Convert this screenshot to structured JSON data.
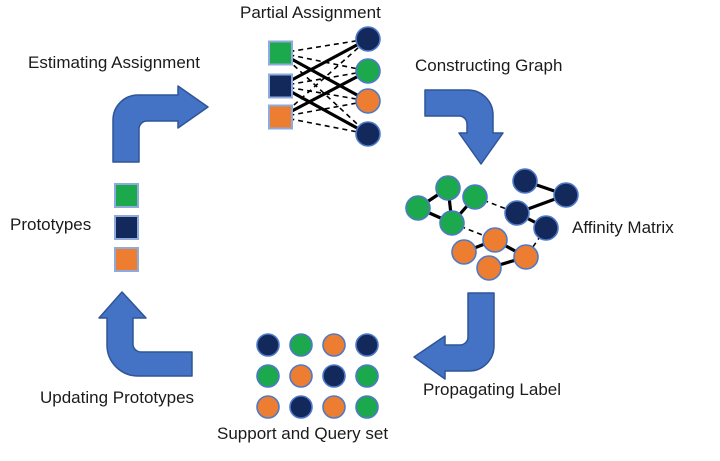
{
  "labels": {
    "partial_assignment": "Partial Assignment",
    "estimating_assignment": "Estimating Assignment",
    "constructing_graph": "Constructing Graph",
    "prototypes": "Prototypes",
    "affinity_matrix": "Affinity Matrix",
    "updating_prototypes": "Updating Prototypes",
    "propagating_label": "Propagating Label",
    "support_query": "Support and Query set"
  },
  "colors": {
    "green": "#1CA84C",
    "navy": "#14295B",
    "orange": "#ED7D31",
    "arrow_fill": "#4472C4",
    "arrow_stroke": "#2F5597",
    "square_stroke": "#8FAADC",
    "circle_stroke": "#4E7AC7",
    "edge": "#000000",
    "background": "#FFFFFF",
    "text": "#1B1B1B"
  },
  "diagram": {
    "type": "cycle",
    "steps": [
      "Estimating Assignment",
      "Constructing Graph",
      "Propagating Label",
      "Updating Prototypes"
    ],
    "prototypes_squares": [
      "green",
      "navy",
      "orange"
    ],
    "partial_assignment_bipartite": {
      "left_squares": [
        "green",
        "navy",
        "orange"
      ],
      "right_circles": [
        "navy",
        "green",
        "orange",
        "navy"
      ],
      "solid_edges": [
        [
          0,
          2
        ],
        [
          1,
          0
        ],
        [
          1,
          3
        ],
        [
          2,
          1
        ]
      ],
      "dashed_edges": [
        [
          0,
          0
        ],
        [
          0,
          1
        ],
        [
          0,
          3
        ],
        [
          1,
          1
        ],
        [
          1,
          2
        ],
        [
          2,
          0
        ],
        [
          2,
          2
        ],
        [
          2,
          3
        ]
      ]
    },
    "affinity_graph": {
      "nodes": [
        {
          "id": "G1",
          "color": "green"
        },
        {
          "id": "G2",
          "color": "green"
        },
        {
          "id": "G3",
          "color": "green"
        },
        {
          "id": "G4",
          "color": "green"
        },
        {
          "id": "N1",
          "color": "navy"
        },
        {
          "id": "N2",
          "color": "navy"
        },
        {
          "id": "N3",
          "color": "navy"
        },
        {
          "id": "N4",
          "color": "navy"
        },
        {
          "id": "O1",
          "color": "orange"
        },
        {
          "id": "O2",
          "color": "orange"
        },
        {
          "id": "O3",
          "color": "orange"
        },
        {
          "id": "O4",
          "color": "orange"
        }
      ],
      "solid_edges": [
        [
          "G1",
          "G3"
        ],
        [
          "G3",
          "G4"
        ],
        [
          "G1",
          "G4"
        ],
        [
          "G4",
          "G2"
        ],
        [
          "N1",
          "N2"
        ],
        [
          "N3",
          "N2"
        ],
        [
          "N3",
          "N4"
        ],
        [
          "O2",
          "O1"
        ],
        [
          "O1",
          "O3"
        ],
        [
          "O4",
          "O3"
        ]
      ],
      "dashed_edges": [
        [
          "G2",
          "N3"
        ],
        [
          "G4",
          "O1"
        ],
        [
          "N4",
          "O3"
        ]
      ]
    },
    "support_query_grid": {
      "rows": [
        [
          "navy",
          "green",
          "orange",
          "navy"
        ],
        [
          "green",
          "orange",
          "navy",
          "green"
        ],
        [
          "orange",
          "navy",
          "orange",
          "green"
        ]
      ]
    }
  }
}
